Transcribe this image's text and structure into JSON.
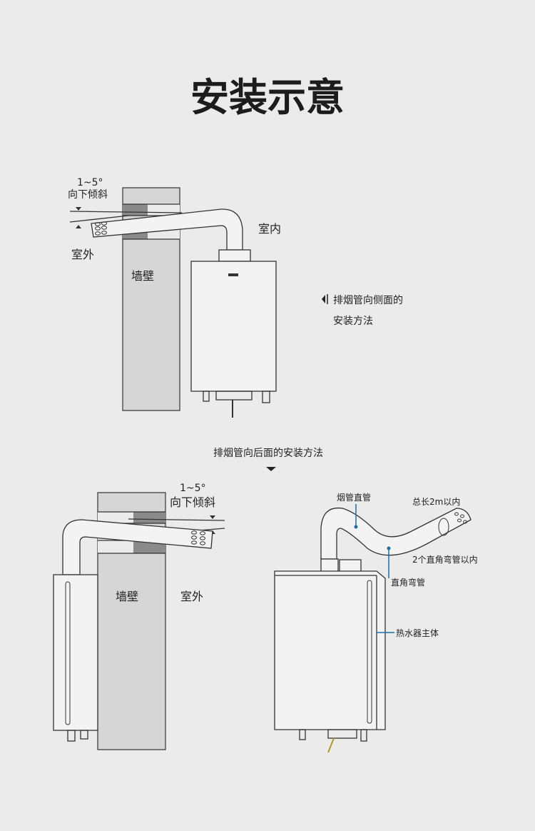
{
  "title": "安装示意",
  "side_install": {
    "angle": "1~5°",
    "tilt": "向下倾斜",
    "outdoor": "室外",
    "wall": "墙壁",
    "indoor": "室内",
    "note_line1": "排烟管向侧面的",
    "note_line2": "安装方法"
  },
  "rear_install": {
    "caption": "排烟管向后面的安装方法",
    "angle": "1~5°",
    "tilt": "向下倾斜",
    "wall": "墙壁",
    "outdoor": "室外"
  },
  "parts": {
    "straight_pipe": "烟管直管",
    "total_length": "总长2m以内",
    "elbow_limit": "2个直角弯管以内",
    "elbow": "直角弯管",
    "heater_body": "热水器主体"
  },
  "colors": {
    "background": "#ebebeb",
    "accent": "#1a6fa8",
    "wall": "#d6d6d6",
    "wall_band": "#8a8a8a"
  }
}
